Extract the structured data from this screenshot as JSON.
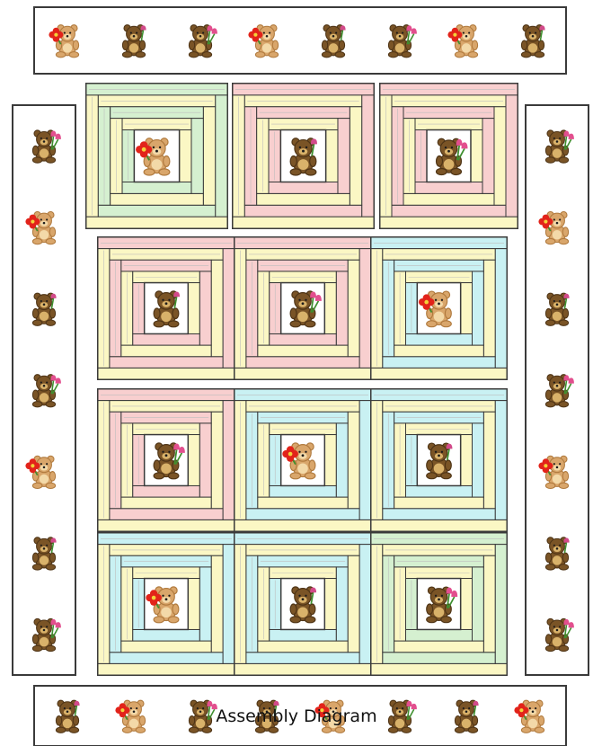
{
  "caption": "Assembly Diagram",
  "motifs": [
    "flower-bear-icon",
    "brown-bear-icon",
    "tulip-bear-icon"
  ],
  "colors": {
    "outline": "#3a3a3a",
    "border_fill": "#ffffff",
    "cream": "#fbf7c4",
    "pink": "#f8cfcf",
    "green": "#d5f0d0",
    "blue": "#c9f1f3",
    "seam": "#bdbdbd"
  },
  "borders": {
    "top": [
      "flower-bear-icon",
      "brown-bear-icon",
      "tulip-bear-icon",
      "flower-bear-icon",
      "brown-bear-icon",
      "tulip-bear-icon",
      "flower-bear-icon",
      "brown-bear-icon"
    ],
    "bottom": [
      "brown-bear-icon",
      "flower-bear-icon",
      "tulip-bear-icon",
      "brown-bear-icon",
      "flower-bear-icon",
      "tulip-bear-icon",
      "brown-bear-icon",
      "flower-bear-icon"
    ],
    "left": [
      "tulip-bear-icon",
      "flower-bear-icon",
      "brown-bear-icon",
      "tulip-bear-icon",
      "flower-bear-icon",
      "brown-bear-icon",
      "tulip-bear-icon"
    ],
    "right": [
      "tulip-bear-icon",
      "flower-bear-icon",
      "brown-bear-icon",
      "tulip-bear-icon",
      "flower-bear-icon",
      "brown-bear-icon",
      "tulip-bear-icon"
    ]
  },
  "blocks": [
    {
      "accent": "green",
      "motif": "flower-bear-icon"
    },
    {
      "accent": "pink",
      "motif": "brown-bear-icon"
    },
    {
      "accent": "pink",
      "motif": "tulip-bear-icon"
    },
    {
      "accent": "pink",
      "motif": "brown-bear-icon"
    },
    {
      "accent": "pink",
      "motif": "tulip-bear-icon"
    },
    {
      "accent": "blue",
      "motif": "flower-bear-icon"
    },
    {
      "accent": "pink",
      "motif": "tulip-bear-icon"
    },
    {
      "accent": "blue",
      "motif": "flower-bear-icon"
    },
    {
      "accent": "blue",
      "motif": "brown-bear-icon"
    },
    {
      "accent": "blue",
      "motif": "flower-bear-icon"
    },
    {
      "accent": "blue",
      "motif": "brown-bear-icon"
    },
    {
      "accent": "green",
      "motif": "tulip-bear-icon"
    }
  ]
}
